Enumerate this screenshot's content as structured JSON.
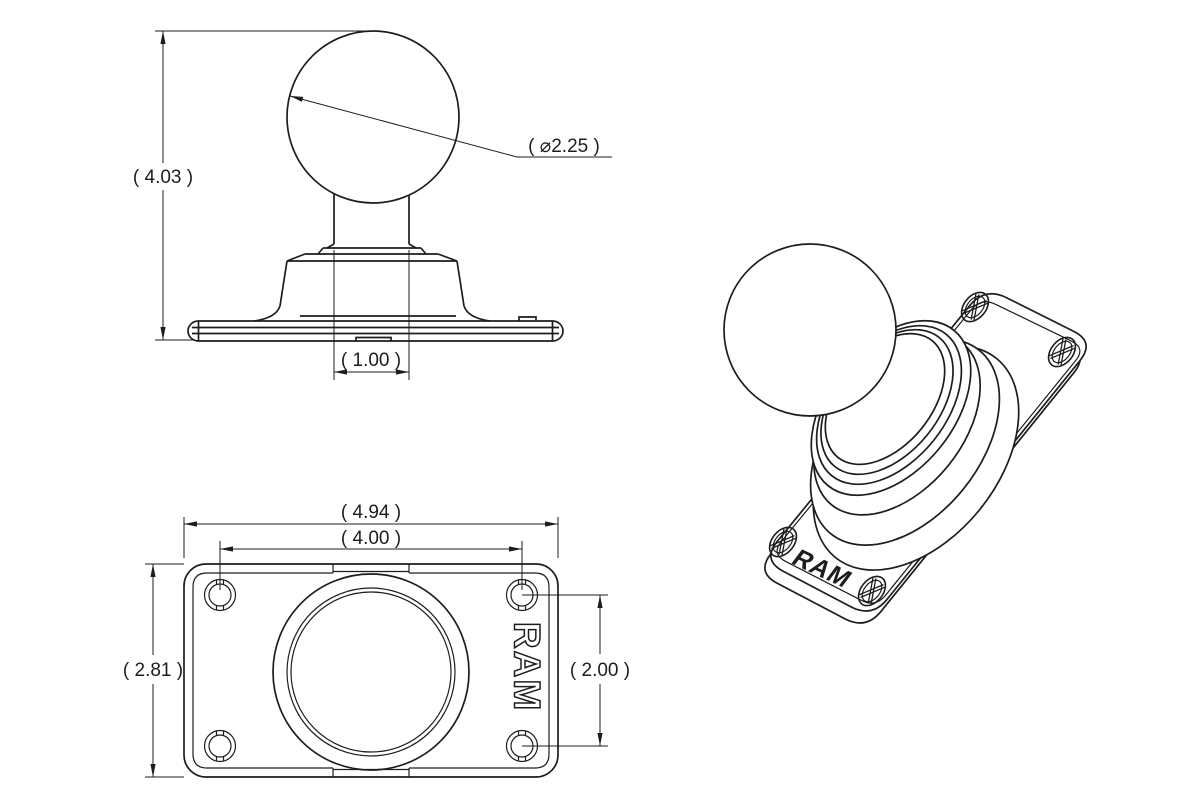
{
  "drawing": {
    "colors": {
      "line": "#1d1d1d",
      "background": "#ffffff"
    },
    "views": {
      "front": {
        "dims": {
          "overall_height": "( 4.03 )",
          "ball_diameter": "( ⌀2.25 )",
          "neck_width": "( 1.00 )"
        }
      },
      "plan": {
        "dims": {
          "overall_width": "( 4.94 )",
          "hole_spacing_x": "( 4.00 )",
          "overall_height": "( 2.81 )",
          "hole_spacing_y": "( 2.00 )"
        },
        "brand": "RAM"
      },
      "iso": {
        "brand": "RAM"
      }
    }
  }
}
